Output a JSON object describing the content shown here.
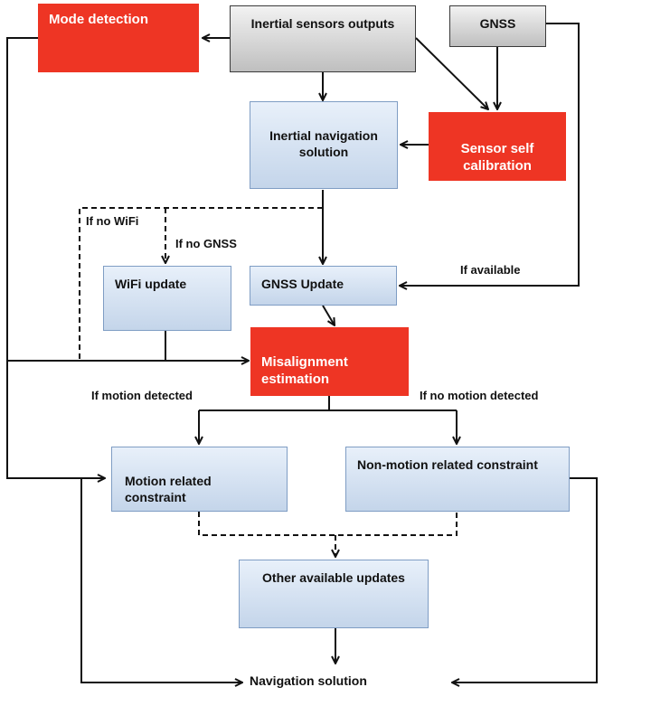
{
  "nodes": {
    "mode_detection": "Mode detection",
    "inertial_sensors": "Inertial sensors outputs",
    "gnss": "GNSS",
    "inertial_nav": "Inertial navigation\nsolution",
    "sensor_calib": "Sensor self\ncalibration",
    "wifi_update": "WiFi update",
    "gnss_update": "GNSS Update",
    "misalignment": "Misalignment\nestimation",
    "motion_constraint": "Motion related\nconstraint",
    "nonmotion_constraint": "Non-motion related constraint",
    "other_updates": "Other available updates",
    "nav_solution": "Navigation solution"
  },
  "edge_labels": {
    "if_no_wifi": "If no WiFi",
    "if_no_gnss": "If  no GNSS",
    "if_available": "If available",
    "if_motion": "If motion detected",
    "if_no_motion": "If no motion detected"
  },
  "colors": {
    "highlight_red": "#ee3524",
    "box_blue": "#c4d5ea",
    "box_gray": "#bfbfbf",
    "line": "#111111"
  }
}
